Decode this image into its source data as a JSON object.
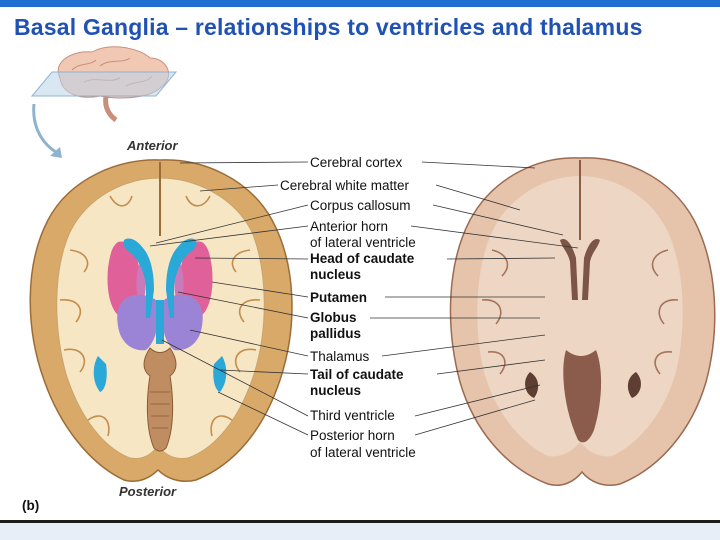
{
  "title": "Basal Ganglia – relationships to ventricles and thalamus",
  "orientation": {
    "anterior": "Anterior",
    "posterior": "Posterior"
  },
  "panel_label": "(b)",
  "labels": {
    "cerebral_cortex": "Cerebral cortex",
    "cerebral_white_matter": "Cerebral white matter",
    "corpus_callosum": "Corpus callosum",
    "anterior_horn_1": "Anterior horn",
    "anterior_horn_2": "of lateral ventricle",
    "head_caudate_1": "Head of caudate",
    "head_caudate_2": "nucleus",
    "putamen": "Putamen",
    "globus_1": "Globus",
    "globus_2": "pallidus",
    "thalamus": "Thalamus",
    "tail_caudate_1": "Tail of caudate",
    "tail_caudate_2": "nucleus",
    "third_ventricle": "Third ventricle",
    "posterior_horn_1": "Posterior horn",
    "posterior_horn_2": "of lateral ventricle"
  },
  "colors": {
    "title": "#1f52b4",
    "accent_bar": "#1f6fd1",
    "ventricle": "#2aa8d8",
    "putamen": "#e0609a",
    "thalamus": "#9b84d6",
    "white_matter": "#f7e6c4",
    "cortex": "#d9a96a"
  }
}
